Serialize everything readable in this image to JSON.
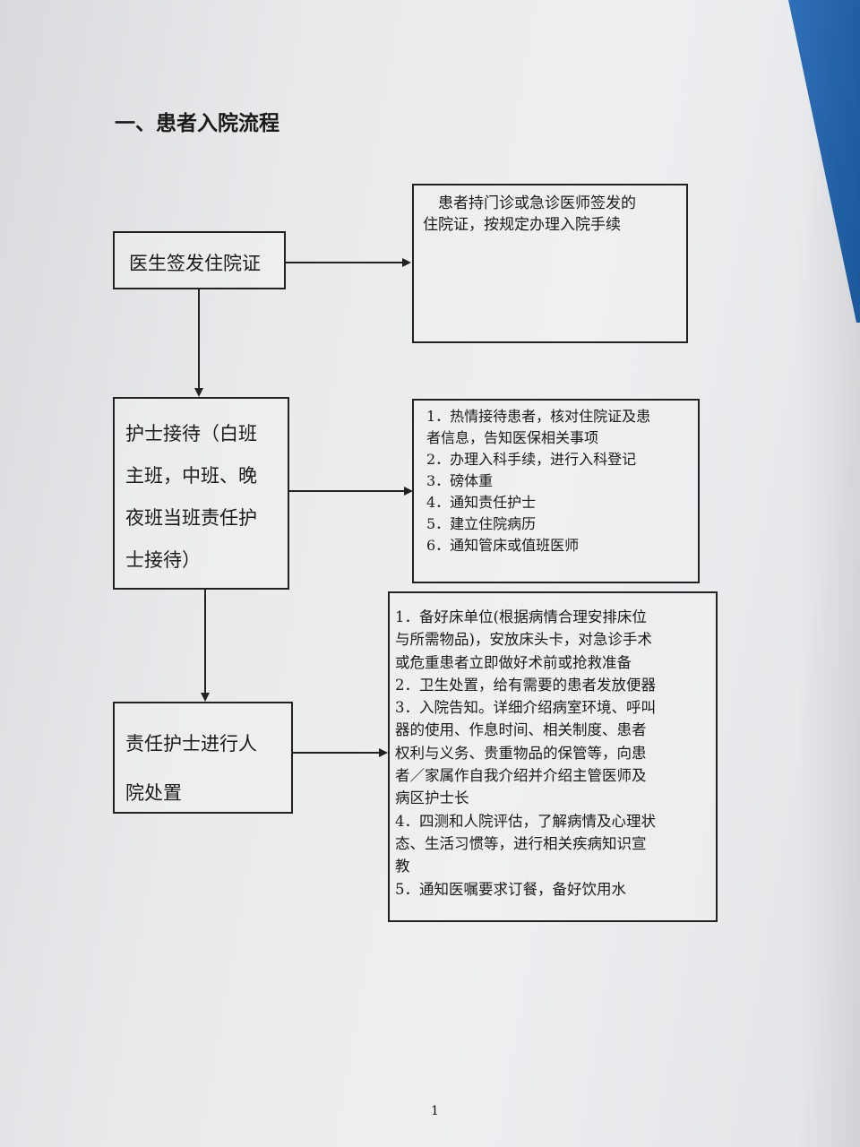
{
  "title": "一、患者入院流程",
  "steps": [
    {
      "label": [
        "医生签发住院证"
      ],
      "detail": [
        "　患者持门诊或急诊医师签发的",
        "住院证，按规定办理入院手续"
      ]
    },
    {
      "label": [
        "护士接待（白班",
        "主班，中班、晚",
        "夜班当班责任护",
        "士接待）"
      ],
      "detail": [
        "1．热情接待患者，核对住院证及患",
        "者信息，告知医保相关事项",
        "2．办理入科手续，进行入科登记",
        "3．磅体重",
        "4．通知责任护士",
        "5．建立住院病历",
        "6．通知管床或值班医师"
      ]
    },
    {
      "label": [
        "责任护士进行人",
        "院处置"
      ],
      "detail": [
        "1．备好床单位(根据病情合理安排床位",
        "与所需物品)，安放床头卡，对急诊手术",
        "或危重患者立即做好术前或抢救准备",
        "2．卫生处置，给有需要的患者发放便器",
        "3．入院告知。详细介绍病室环境、呼叫",
        "器的使用、作息时间、相关制度、患者",
        "权利与义务、贵重物品的保管等，向患",
        "者／家属作自我介绍并介绍主管医师及",
        "病区护士长",
        "4．四测和人院评估，了解病情及心理状",
        "态、生活习惯等，进行相关疾病知识宣",
        "教",
        "5．通知医嘱要求订餐，备好饮用水"
      ]
    }
  ],
  "page_number": "1"
}
